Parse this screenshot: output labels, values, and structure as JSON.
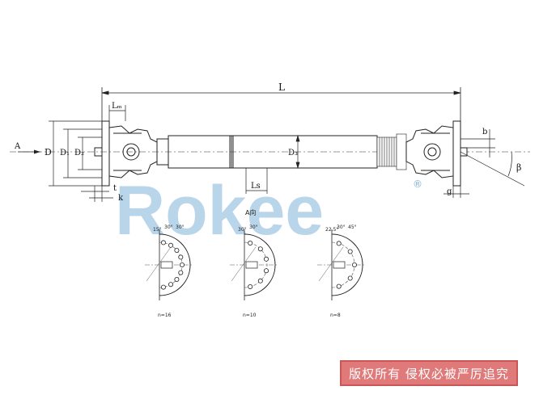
{
  "watermark": {
    "text": "Rokee",
    "registered_mark": "®",
    "color": "#7fb3d8"
  },
  "dimensions": {
    "L": "L",
    "Lm": "Lₘ",
    "Ls": "Ls",
    "A": "A",
    "D": "D",
    "D1": "D₁",
    "D2": "D₂",
    "D3": "D₃",
    "t": "t",
    "k": "k",
    "b": "b",
    "beta": "β",
    "g": "g"
  },
  "view_label": "A向",
  "flange_patterns": [
    {
      "caption": "n=16",
      "angles": [
        "15°",
        "30°",
        "30°"
      ]
    },
    {
      "caption": "n=10",
      "angles": [
        "30°",
        "30°"
      ]
    },
    {
      "caption": "n=8",
      "angles": [
        "22.5°",
        "30°",
        "45°"
      ]
    }
  ],
  "copyright": {
    "text": "版权所有 侵权必被严厉追究",
    "background": "#e07a7a"
  }
}
